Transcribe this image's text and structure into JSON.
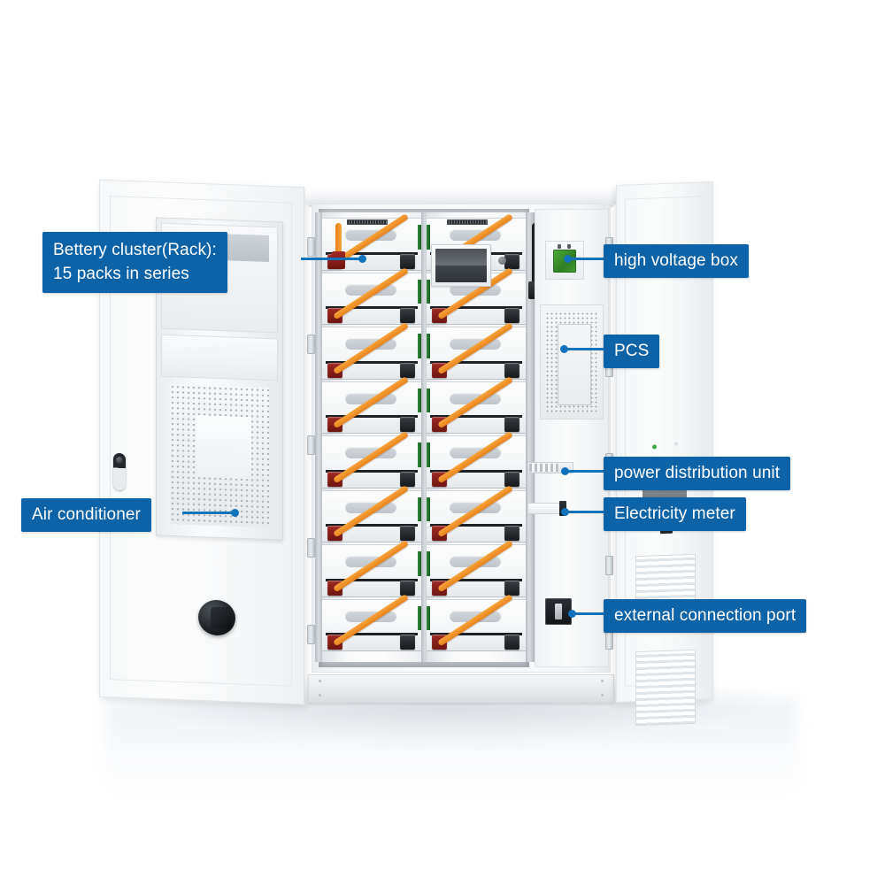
{
  "diagram": {
    "title": "Energy storage cabinet cutaway with labeled components",
    "accent_color": "#0c63a8",
    "leader_color": "#1273bd",
    "background_color": "#ffffff"
  },
  "callouts": [
    {
      "id": "battery-cluster",
      "text": "Bettery cluster(Rack):\n15 packs in series",
      "line1": "Bettery cluster(Rack):",
      "line2": "15 packs in series",
      "side": "left"
    },
    {
      "id": "air-conditioner",
      "text": "Air conditioner",
      "side": "left"
    },
    {
      "id": "high-voltage-box",
      "text": "high voltage box",
      "side": "right"
    },
    {
      "id": "pcs",
      "text": "PCS",
      "side": "right"
    },
    {
      "id": "power-distribution-unit",
      "text": "power distribution unit",
      "side": "right"
    },
    {
      "id": "electricity-meter",
      "text": "Electricity meter",
      "side": "right"
    },
    {
      "id": "external-connection-port",
      "text": "external connection port",
      "side": "right"
    }
  ],
  "product": {
    "cabinet": {
      "doors": [
        "left-door-air-conditioner",
        "right-door-louvered"
      ],
      "bays": [
        "battery-rack-left",
        "battery-rack-right",
        "utility-bay"
      ]
    },
    "battery": {
      "packs_per_rack": 8,
      "racks": 2,
      "series_description": "15 packs in series",
      "positive_terminal_color": "#7a1a16",
      "negative_terminal_color": "#1d2024",
      "cable_color": "#ee8f26"
    },
    "utility_bay_components": [
      "high voltage box",
      "PCS",
      "power distribution unit",
      "Electricity meter",
      "external connection port"
    ]
  }
}
